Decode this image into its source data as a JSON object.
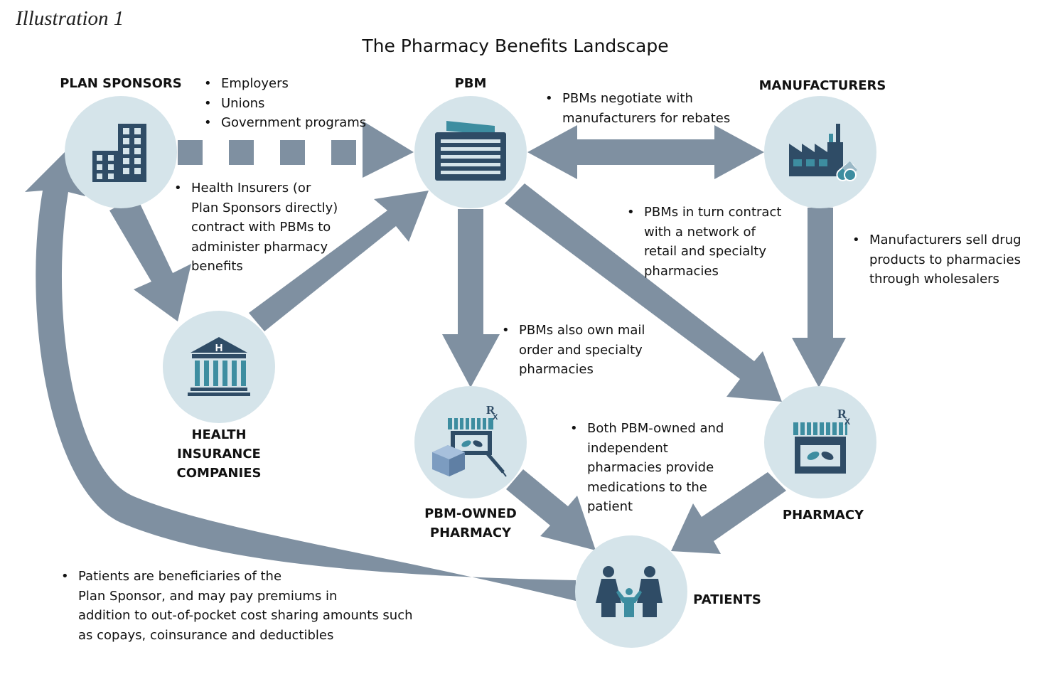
{
  "header": {
    "illustration_label": "Illustration 1",
    "title": "The Pharmacy Benefits Landscape"
  },
  "colors": {
    "arrow": "#7f90a1",
    "circle": "#d5e4ea",
    "icon_dark": "#2f4c66",
    "icon_teal": "#3d8da0"
  },
  "nodes": {
    "plan_sponsors": {
      "label": "PLAN SPONSORS",
      "icon": "office-buildings-icon"
    },
    "pbm": {
      "label": "PBM",
      "icon": "pbm-building-icon"
    },
    "manufacturers": {
      "label": "MANUFACTURERS",
      "icon": "factory-icon"
    },
    "health_insurance": {
      "label_lines": [
        "HEALTH",
        "INSURANCE",
        "COMPANIES"
      ],
      "icon": "hospital-building-icon"
    },
    "pbm_owned_pharmacy": {
      "label_lines": [
        "PBM-OWNED",
        "PHARMACY"
      ],
      "icon": "mail-order-pharmacy-icon"
    },
    "pharmacy": {
      "label": "PHARMACY",
      "icon": "pharmacy-storefront-icon"
    },
    "patients": {
      "label": "PATIENTS",
      "icon": "family-icon"
    }
  },
  "notes": {
    "plan_sponsor_types": [
      "Employers",
      "Unions",
      "Government programs"
    ],
    "insurers": [
      "Health Insurers (or",
      "Plan Sponsors directly)",
      "contract with PBMs to",
      "administer pharmacy",
      "benefits"
    ],
    "rebates": [
      "PBMs negotiate with",
      "manufacturers for rebates"
    ],
    "network": [
      "PBMs in turn contract",
      "with a network of",
      "retail and specialty",
      "pharmacies"
    ],
    "wholesalers": [
      "Manufacturers sell drug",
      "products to pharmacies",
      "through wholesalers"
    ],
    "mail_order": [
      "PBMs also own mail",
      "order and specialty",
      "pharmacies"
    ],
    "both_provide": [
      "Both PBM-owned and",
      "independent",
      "pharmacies provide",
      "medications to the",
      "patient"
    ],
    "patients_info": [
      "Patients are beneficiaries of the",
      "Plan Sponsor, and may pay premiums in",
      "addition to out-of-pocket cost sharing amounts such",
      "as copays, coinsurance and deductibles"
    ]
  }
}
